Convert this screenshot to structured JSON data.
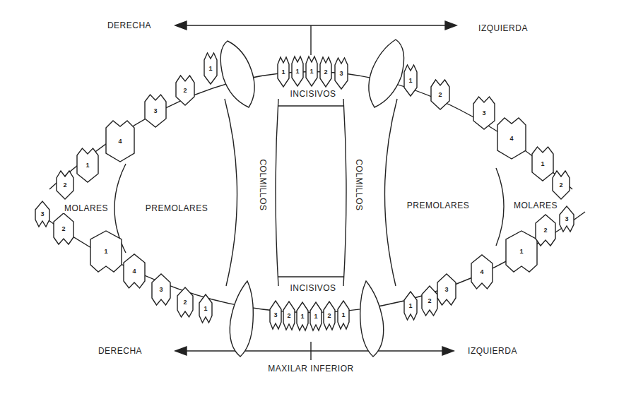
{
  "diagram": {
    "labels": [
      "DERECHA",
      "IZQUIERDA",
      "INCISIVOS",
      "COLMILLOS",
      "COLMILLOS",
      "PREMOLARES",
      "MOLARES",
      "PREMOLARES",
      "MOLARES",
      "INCISIVOS",
      "DERECHA",
      "IZQUIERDA",
      "MAXILAR INFERIOR",
      "1",
      "1",
      "1",
      "2",
      "3",
      "3",
      "2",
      "1",
      "1",
      "2",
      "1",
      "1",
      "2",
      "3",
      "4",
      "1",
      "2",
      "1",
      "2",
      "3",
      "4",
      "1",
      "2",
      "3",
      "2",
      "1",
      "4",
      "3",
      "2",
      "1",
      "1",
      "2",
      "3",
      "4",
      "1",
      "2",
      "3"
    ]
  }
}
